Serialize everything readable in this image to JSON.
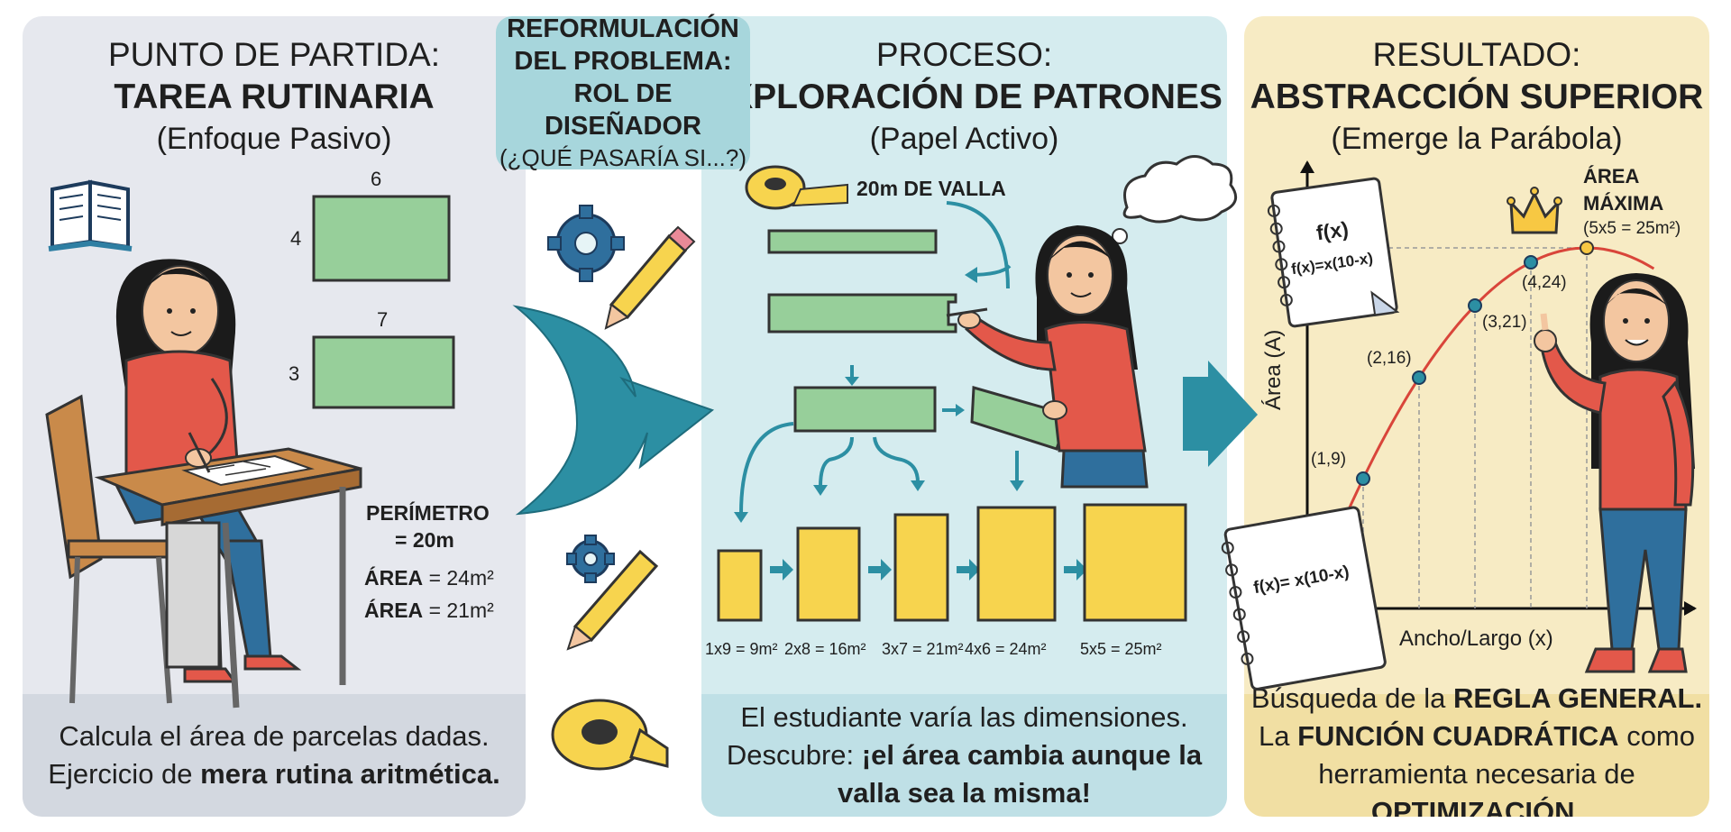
{
  "panel1": {
    "title_top": "PUNTO DE PARTIDA:",
    "title_main": "TAREA RUTINARIA",
    "subtitle": "(Enfoque Pasivo)",
    "rect1": {
      "top": "6",
      "side": "4"
    },
    "rect2": {
      "top": "7",
      "side": "3"
    },
    "perimeter_line1": "PERÍMETRO",
    "perimeter_line2": "= 20m",
    "area1_label": "ÁREA",
    "area1_value": "= 24m²",
    "area2_label": "ÁREA",
    "area2_value": "= 21m²",
    "footer_line1": "Calcula el área de parcelas dadas.",
    "footer_line2_prefix": "Ejercicio de ",
    "footer_line2_bold": "mera rutina aritmética."
  },
  "reform": {
    "line1": "REFORMULACIÓN",
    "line2": "DEL PROBLEMA:",
    "line3": "ROL DE DISEÑADOR",
    "line4": "(¿QUÉ PASARÍA SI...?)"
  },
  "panel2": {
    "title_top": "PROCESO:",
    "title_main": "EXPLORACIÓN DE PATRONES",
    "subtitle": "(Papel Activo)",
    "fence_label": "20m DE VALLA",
    "footer_line1": "El estudiante varía las dimensiones.",
    "footer_line2_prefix": "Descubre: ",
    "footer_line2_bold": "¡el área cambia aunque la",
    "footer_line3_bold": "valla sea la misma!"
  },
  "chart_data": {
    "type": "bar",
    "categories": [
      "1x9",
      "2x8",
      "3x7",
      "4x6",
      "5x5"
    ],
    "values": [
      9,
      16,
      21,
      24,
      25
    ],
    "bar_labels": [
      "1x9 = 9m²",
      "2x8 = 16m²",
      "3x7 = 21m²",
      "4x6 = 24m²",
      "5x5 = 25m²"
    ],
    "colors": {
      "bar": "#f7d44e",
      "stroke": "#333333"
    }
  },
  "panel3": {
    "title_top": "RESULTADO:",
    "title_main": "ABSTRACCIÓN SUPERIOR",
    "subtitle": "(Emerge la Parábola)",
    "ylabel": "Área (A)",
    "xlabel": "Ancho/Largo (x)",
    "points": [
      {
        "label": "(1,9)",
        "x": 1,
        "y": 9
      },
      {
        "label": "(2,16)",
        "x": 2,
        "y": 16
      },
      {
        "label": "(3,21)",
        "x": 3,
        "y": 21
      },
      {
        "label": "(4,24)",
        "x": 4,
        "y": 24
      }
    ],
    "max_label_line1": "ÁREA",
    "max_label_line2": "MÁXIMA",
    "max_value": "(5x5 = 25m²)",
    "notebook1_title": "f(x)",
    "notebook1_formula": "f(x)=x(10-x)",
    "notebook2_formula": "f(x)= x(10-x)",
    "footer_line1_prefix": "Búsqueda de la ",
    "footer_line1_bold": "REGLA GENERAL.",
    "footer_line2_prefix": "La ",
    "footer_line2_bold": "FUNCIÓN CUADRÁTICA",
    "footer_line2_suffix": " como",
    "footer_line3_prefix": "herramienta necesaria de ",
    "footer_line3_bold": "OPTIMIZACIÓN."
  },
  "icons": [
    "book-icon",
    "gear-icon",
    "pencil-icon",
    "tape-measure-icon",
    "thought-cloud-icon",
    "crown-icon",
    "notebook-icon"
  ]
}
